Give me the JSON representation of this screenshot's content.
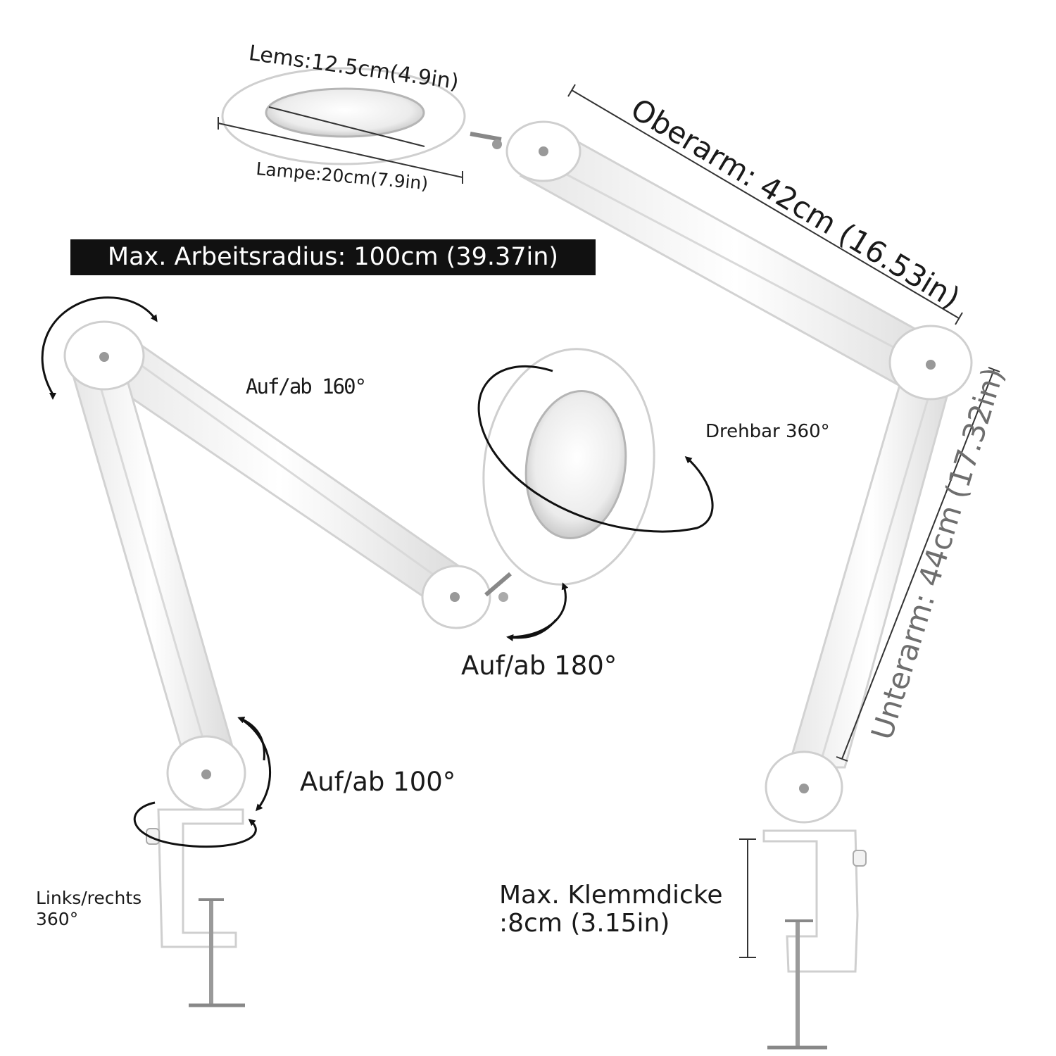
{
  "dimensions": {
    "lens": "Lems:12.5cm(4.9in)",
    "lamp": "Lampe:20cm(7.9in)",
    "upper_arm": "Oberarm: 42cm (16.53in)",
    "forearm": "Unterarm: 44cm (17.32in)",
    "max_clamp_line1": "Max. Klemmdicke",
    "max_clamp_line2": ":8cm (3.15in)"
  },
  "badge": {
    "max_working_radius": "Max. Arbeitsradius: 100cm (39.37in)"
  },
  "rotations": {
    "up_down_160": "Auf/ab 160°",
    "rotatable_360": "Drehbar 360°",
    "up_down_180": "Auf/ab 180°",
    "up_down_100": "Auf/ab 100°",
    "left_right_line1": "Links/rechts",
    "left_right_line2": "360°"
  },
  "colors": {
    "lamp_body": "#ffffff",
    "lamp_edge": "#d4d4d4",
    "badge_bg": "#111111",
    "badge_text": "#ffffff",
    "text": "#1a1a1a",
    "forearm_text": "#6e6e6e"
  }
}
